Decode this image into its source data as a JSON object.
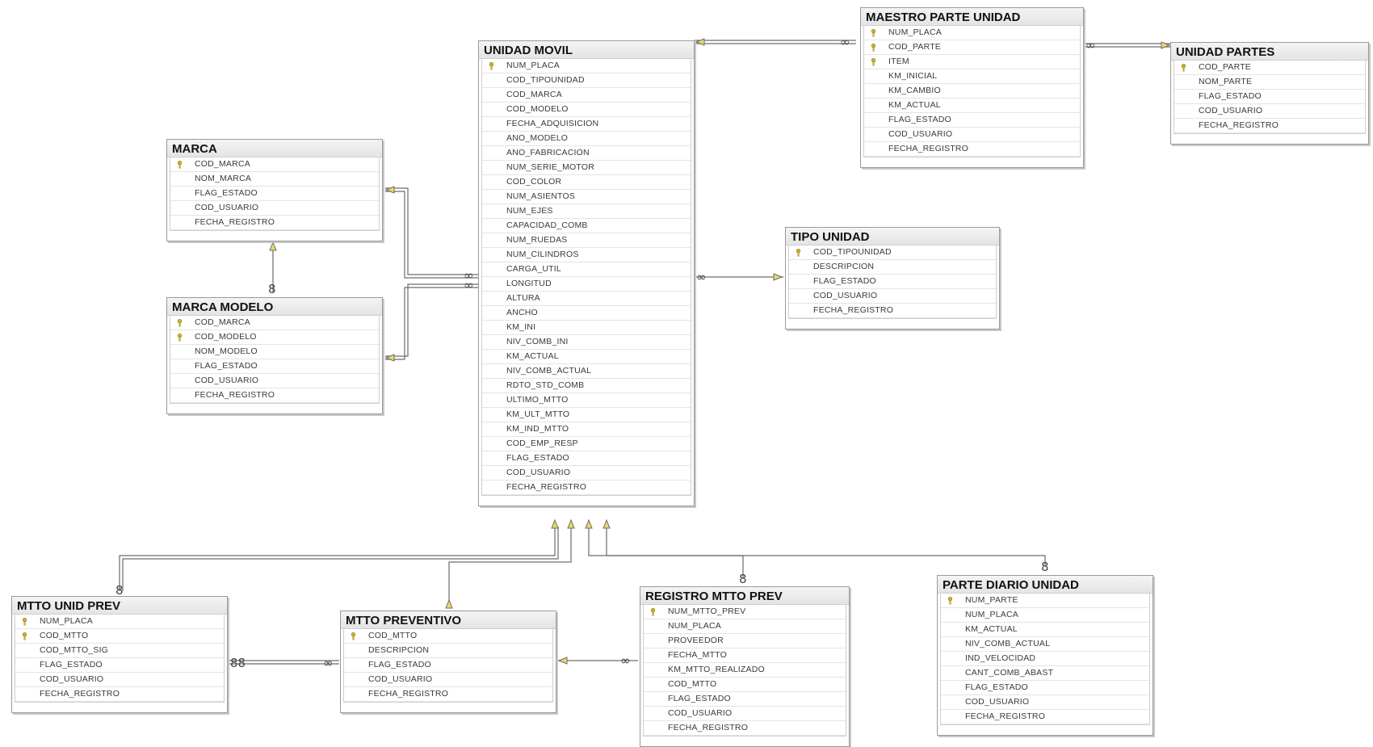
{
  "entities": {
    "unidad_movil": {
      "title": "UNIDAD MOVIL",
      "columns": [
        "NUM_PLACA",
        "COD_TIPOUNIDAD",
        "COD_MARCA",
        "COD_MODELO",
        "FECHA_ADQUISICION",
        "ANO_MODELO",
        "ANO_FABRICACION",
        "NUM_SERIE_MOTOR",
        "COD_COLOR",
        "NUM_ASIENTOS",
        "NUM_EJES",
        "CAPACIDAD_COMB",
        "NUM_RUEDAS",
        "NUM_CILINDROS",
        "CARGA_UTIL",
        "LONGITUD",
        "ALTURA",
        "ANCHO",
        "KM_INI",
        "NIV_COMB_INI",
        "KM_ACTUAL",
        "NIV_COMB_ACTUAL",
        "RDTO_STD_COMB",
        "ULTIMO_MTTO",
        "KM_ULT_MTTO",
        "KM_IND_MTTO",
        "COD_EMP_RESP",
        "FLAG_ESTADO",
        "COD_USUARIO",
        "FECHA_REGISTRO"
      ],
      "keys": [
        true,
        false,
        false,
        false,
        false,
        false,
        false,
        false,
        false,
        false,
        false,
        false,
        false,
        false,
        false,
        false,
        false,
        false,
        false,
        false,
        false,
        false,
        false,
        false,
        false,
        false,
        false,
        false,
        false,
        false
      ]
    },
    "maestro_parte_unidad": {
      "title": "MAESTRO PARTE UNIDAD",
      "columns": [
        "NUM_PLACA",
        "COD_PARTE",
        "ITEM",
        "KM_INICIAL",
        "KM_CAMBIO",
        "KM_ACTUAL",
        "FLAG_ESTADO",
        "COD_USUARIO",
        "FECHA_REGISTRO"
      ],
      "keys": [
        true,
        true,
        true,
        false,
        false,
        false,
        false,
        false,
        false
      ]
    },
    "unidad_partes": {
      "title": "UNIDAD PARTES",
      "columns": [
        "COD_PARTE",
        "NOM_PARTE",
        "FLAG_ESTADO",
        "COD_USUARIO",
        "FECHA_REGISTRO"
      ],
      "keys": [
        true,
        false,
        false,
        false,
        false
      ]
    },
    "marca": {
      "title": "MARCA",
      "columns": [
        "COD_MARCA",
        "NOM_MARCA",
        "FLAG_ESTADO",
        "COD_USUARIO",
        "FECHA_REGISTRO"
      ],
      "keys": [
        true,
        false,
        false,
        false,
        false
      ]
    },
    "marca_modelo": {
      "title": "MARCA MODELO",
      "columns": [
        "COD_MARCA",
        "COD_MODELO",
        "NOM_MODELO",
        "FLAG_ESTADO",
        "COD_USUARIO",
        "FECHA_REGISTRO"
      ],
      "keys": [
        true,
        true,
        false,
        false,
        false,
        false
      ]
    },
    "tipo_unidad": {
      "title": "TIPO UNIDAD",
      "columns": [
        "COD_TIPOUNIDAD",
        "DESCRIPCION",
        "FLAG_ESTADO",
        "COD_USUARIO",
        "FECHA_REGISTRO"
      ],
      "keys": [
        true,
        false,
        false,
        false,
        false
      ]
    },
    "mtto_unid_prev": {
      "title": "MTTO UNID PREV",
      "columns": [
        "NUM_PLACA",
        "COD_MTTO",
        "COD_MTTO_SIG",
        "FLAG_ESTADO",
        "COD_USUARIO",
        "FECHA_REGISTRO"
      ],
      "keys": [
        true,
        true,
        false,
        false,
        false,
        false
      ]
    },
    "mtto_preventivo": {
      "title": "MTTO PREVENTIVO",
      "columns": [
        "COD_MTTO",
        "DESCRIPCION",
        "FLAG_ESTADO",
        "COD_USUARIO",
        "FECHA_REGISTRO"
      ],
      "keys": [
        true,
        false,
        false,
        false,
        false
      ]
    },
    "registro_mtto_prev": {
      "title": "REGISTRO MTTO PREV",
      "columns": [
        "NUM_MTTO_PREV",
        "NUM_PLACA",
        "PROVEEDOR",
        "FECHA_MTTO",
        "KM_MTTO_REALIZADO",
        "COD_MTTO",
        "FLAG_ESTADO",
        "COD_USUARIO",
        "FECHA_REGISTRO"
      ],
      "keys": [
        true,
        false,
        false,
        false,
        false,
        false,
        false,
        false,
        false
      ]
    },
    "parte_diario_unidad": {
      "title": "PARTE DIARIO UNIDAD",
      "columns": [
        "NUM_PARTE",
        "NUM_PLACA",
        "KM_ACTUAL",
        "NIV_COMB_ACTUAL",
        "IND_VELOCIDAD",
        "CANT_COMB_ABAST",
        "FLAG_ESTADO",
        "COD_USUARIO",
        "FECHA_REGISTRO"
      ],
      "keys": [
        true,
        false,
        false,
        false,
        false,
        false,
        false,
        false,
        false
      ]
    }
  },
  "colors": {
    "key_icon": "#c9b52a",
    "line": "#6c6c6c",
    "title_bg": "#e8e8e8"
  },
  "icons": {
    "primary_key": "key-icon",
    "one_end": "key-icon",
    "many_end": "infinity-icon"
  }
}
